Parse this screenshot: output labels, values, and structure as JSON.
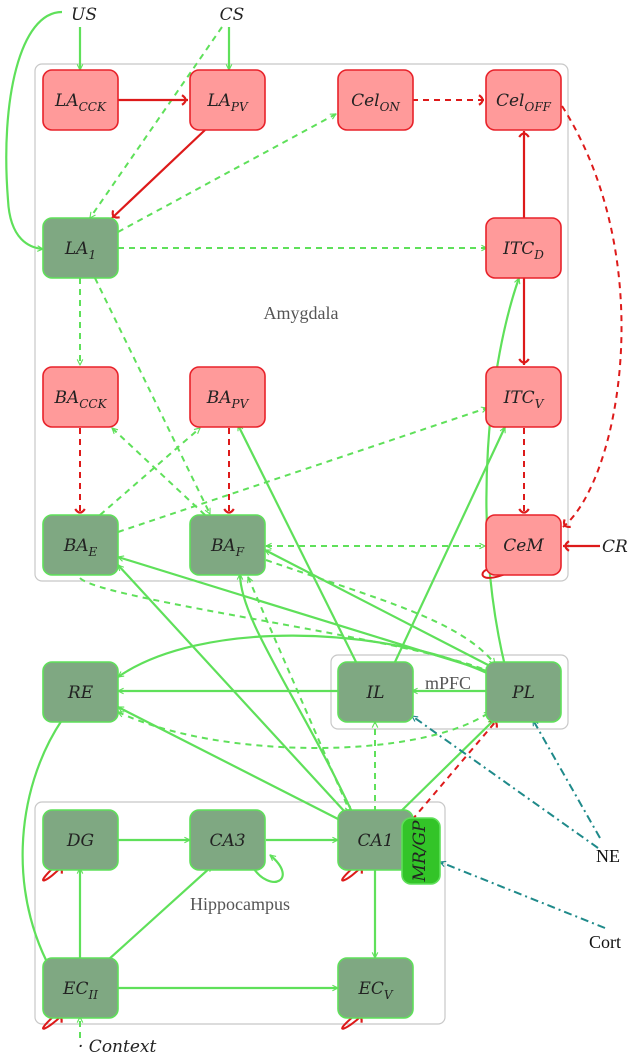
{
  "colors": {
    "inhibitory_node": "#ff9a9a",
    "inhibitory_stroke": "#e8222a",
    "excitatory_node": "#7fa882",
    "excitatory_stroke": "#5fe05a",
    "mr_node": "#33c428",
    "green_edge": "#5fe05a",
    "red_edge": "#dd1a1a",
    "teal_edge": "#1f8a8a",
    "region_border": "#c8c8c8"
  },
  "regions": [
    {
      "id": "amygdala",
      "label": "Amygdala"
    },
    {
      "id": "mpfc",
      "label": "mPFC"
    },
    {
      "id": "hippocampus",
      "label": "Hippocampus"
    }
  ],
  "nodes": [
    {
      "id": "LA_CCK",
      "type": "inhibitory",
      "main": "LA",
      "sub": "CCK"
    },
    {
      "id": "LA_PV",
      "type": "inhibitory",
      "main": "LA",
      "sub": "PV"
    },
    {
      "id": "Cel_ON",
      "type": "inhibitory",
      "main": "Cel",
      "sub": "ON"
    },
    {
      "id": "Cel_OFF",
      "type": "inhibitory",
      "main": "Cel",
      "sub": "OFF"
    },
    {
      "id": "LA_1",
      "type": "excitatory",
      "main": "LA",
      "sub": "1"
    },
    {
      "id": "ITC_D",
      "type": "inhibitory",
      "main": "ITC",
      "sub": "D"
    },
    {
      "id": "BA_CCK",
      "type": "inhibitory",
      "main": "BA",
      "sub": "CCK"
    },
    {
      "id": "BA_PV",
      "type": "inhibitory",
      "main": "BA",
      "sub": "PV"
    },
    {
      "id": "ITC_V",
      "type": "inhibitory",
      "main": "ITC",
      "sub": "V"
    },
    {
      "id": "BA_E",
      "type": "excitatory",
      "main": "BA",
      "sub": "E"
    },
    {
      "id": "BA_F",
      "type": "excitatory",
      "main": "BA",
      "sub": "F"
    },
    {
      "id": "CeM",
      "type": "inhibitory",
      "main": "CeM",
      "sub": ""
    },
    {
      "id": "RE",
      "type": "excitatory",
      "main": "RE",
      "sub": ""
    },
    {
      "id": "IL",
      "type": "excitatory",
      "main": "IL",
      "sub": ""
    },
    {
      "id": "PL",
      "type": "excitatory",
      "main": "PL",
      "sub": ""
    },
    {
      "id": "DG",
      "type": "excitatory",
      "main": "DG",
      "sub": ""
    },
    {
      "id": "CA3",
      "type": "excitatory",
      "main": "CA3",
      "sub": ""
    },
    {
      "id": "CA1",
      "type": "excitatory",
      "main": "CA1",
      "sub": ""
    },
    {
      "id": "MR_GP",
      "type": "modulatory",
      "main": "MR/GP",
      "sub": ""
    },
    {
      "id": "EC_II",
      "type": "excitatory",
      "main": "EC",
      "sub": "II"
    },
    {
      "id": "EC_V",
      "type": "excitatory",
      "main": "EC",
      "sub": "V"
    }
  ],
  "external_inputs": [
    {
      "id": "US",
      "label": "US"
    },
    {
      "id": "CS",
      "label": "CS"
    },
    {
      "id": "CR",
      "label": "CR"
    },
    {
      "id": "NE",
      "label": "NE"
    },
    {
      "id": "Cort",
      "label": "Cort"
    },
    {
      "id": "Context",
      "label": "· Context"
    }
  ]
}
